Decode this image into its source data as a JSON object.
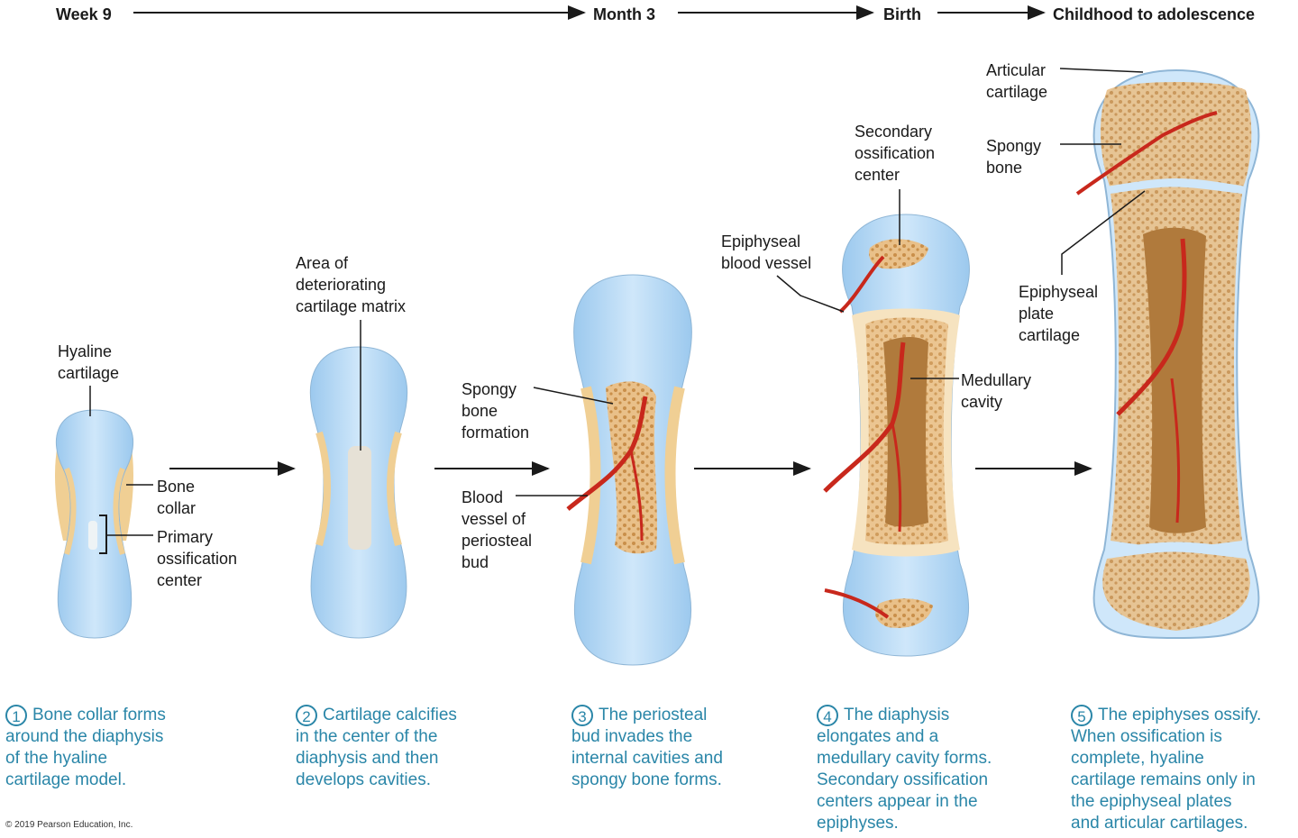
{
  "timeline": [
    "Week 9",
    "Month 3",
    "Birth",
    "Childhood to adolescence"
  ],
  "labels": {
    "hyaline": "Hyaline\ncartilage",
    "bone_collar": "Bone\ncollar",
    "primary_center": "Primary\nossification\ncenter",
    "deteriorating": "Area of\ndeteriorating\ncartilage matrix",
    "spongy_formation": "Spongy\nbone\nformation",
    "blood_vessel_bud": "Blood\nvessel of\nperiosteal\nbud",
    "secondary_center": "Secondary\nossification\ncenter",
    "epiphyseal_vessel": "Epiphyseal\nblood vessel",
    "medullary": "Medullary\ncavity",
    "articular": "Articular\ncartilage",
    "spongy_bone": "Spongy\nbone",
    "epiphyseal_plate": "Epiphyseal\nplate\ncartilage"
  },
  "steps": [
    {
      "num": "1",
      "text": "Bone collar forms\naround the diaphysis\nof the hyaline\ncartilage model."
    },
    {
      "num": "2",
      "text": "Cartilage calcifies\nin the center of the\ndiaphysis and then\ndevelops cavities."
    },
    {
      "num": "3",
      "text": "The periosteal\nbud invades the\ninternal cavities and\nspongy bone forms."
    },
    {
      "num": "4",
      "text": "The diaphysis\nelongates and a\nmedullary cavity forms.\nSecondary ossification\ncenters appear in the\nepiphyses."
    },
    {
      "num": "5",
      "text": "The epiphyses ossify.\nWhen ossification is\ncomplete, hyaline\ncartilage remains only in\nthe epiphyseal plates\nand articular cartilages."
    }
  ],
  "copyright": "© 2019 Pearson Education, Inc.",
  "colors": {
    "cartilage": "#a9d3f2",
    "collar": "#f0cf94",
    "spongy": "#d9a55e",
    "vessel": "#c8281c",
    "caption": "#2a86a8"
  }
}
